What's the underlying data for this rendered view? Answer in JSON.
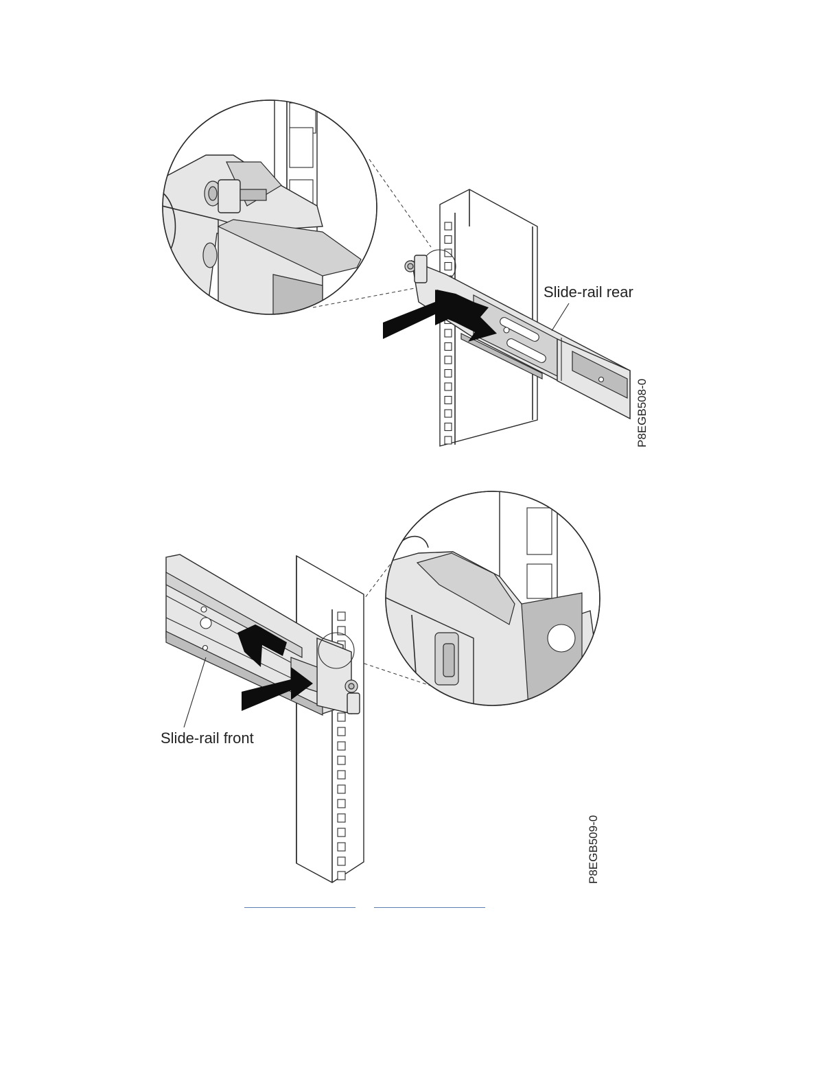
{
  "figures": [
    {
      "callout": "Slide-rail rear",
      "figure_id": "P8EGB508-0"
    },
    {
      "callout": "Slide-rail front",
      "figure_id": "P8EGB509-0"
    }
  ],
  "colors": {
    "line": "#2a2a2a",
    "arrow": "#0d0d0d",
    "metal_light": "#e6e6e6",
    "metal_dark": "#bdbdbd",
    "link_underline": "#5a7fb0"
  },
  "footer_links": [
    {
      "text": ""
    },
    {
      "text": ""
    }
  ]
}
